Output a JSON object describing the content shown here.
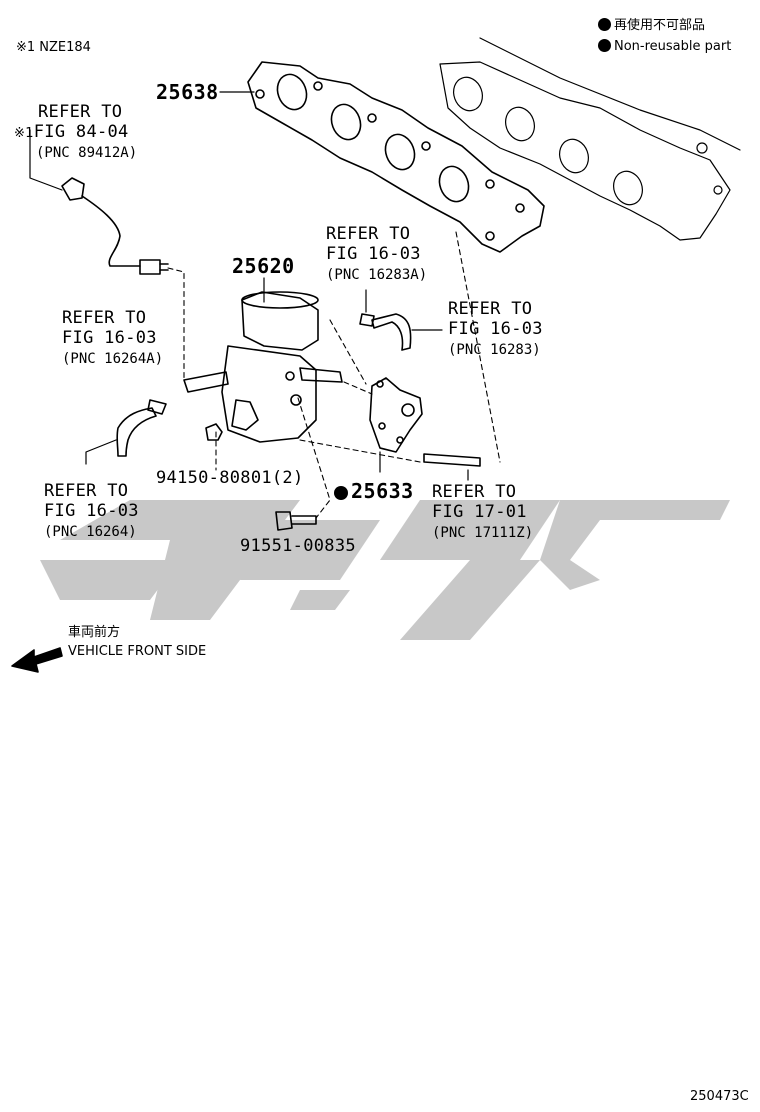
{
  "legend": {
    "jp": "再使用不可部品",
    "en": "Non-reusable part"
  },
  "note": "※1 NZE184",
  "parts": {
    "manifold_gasket": "25638",
    "egr_valve": "25620",
    "valve_gasket": "25633",
    "nut": "94150-80801(2)",
    "bolt": "91551-00835"
  },
  "refs": {
    "sensor": {
      "l1": "REFER TO",
      "mark": "※1",
      "l2": "FIG 84-04",
      "l3": "(PNC 89412A)"
    },
    "hose_top": {
      "l1": "REFER TO",
      "l2": "FIG 16-03",
      "l3": "(PNC 16283A)"
    },
    "hose_right": {
      "l1": "REFER TO",
      "l2": "FIG 16-03",
      "l3": "(PNC 16283)"
    },
    "clamp_left": {
      "l1": "REFER TO",
      "l2": "FIG 16-03",
      "l3": "(PNC 16264A)"
    },
    "hose_left": {
      "l1": "REFER TO",
      "l2": "FIG 16-03",
      "l3": "(PNC 16264)"
    },
    "stud": {
      "l1": "REFER TO",
      "l2": "FIG 17-01",
      "l3": "(PNC 17111Z)"
    }
  },
  "direction": {
    "jp": "車両前方",
    "en": "VEHICLE FRONT SIDE"
  },
  "figure_code": "250473C",
  "watermark_color": "#c8c8c8"
}
